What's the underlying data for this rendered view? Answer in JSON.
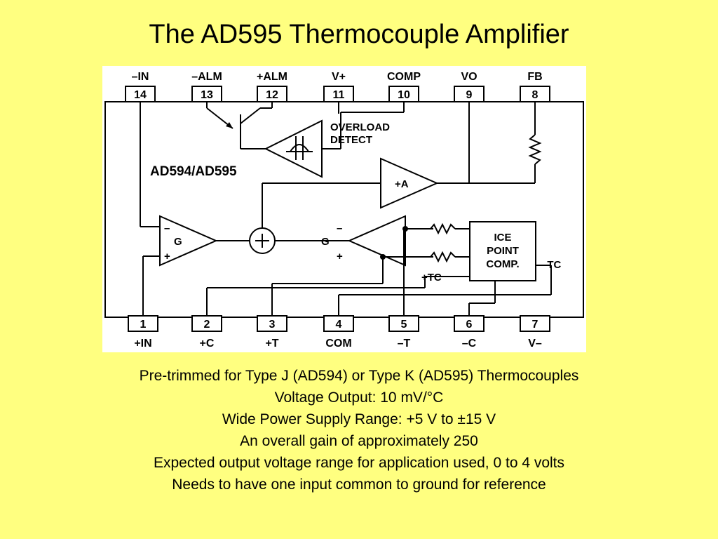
{
  "slide": {
    "title": "The AD595 Thermocouple Amplifier"
  },
  "diagram": {
    "chip_name": "AD594/AD595",
    "top_pins": [
      {
        "label": "–IN",
        "number": "14"
      },
      {
        "label": "–ALM",
        "number": "13"
      },
      {
        "label": "+ALM",
        "number": "12"
      },
      {
        "label": "V+",
        "number": "11"
      },
      {
        "label": "COMP",
        "number": "10"
      },
      {
        "label": "VO",
        "number": "9"
      },
      {
        "label": "FB",
        "number": "8"
      }
    ],
    "bottom_pins": [
      {
        "label": "+IN",
        "number": "1"
      },
      {
        "label": "+C",
        "number": "2"
      },
      {
        "label": "+T",
        "number": "3"
      },
      {
        "label": "COM",
        "number": "4"
      },
      {
        "label": "–T",
        "number": "5"
      },
      {
        "label": "–C",
        "number": "6"
      },
      {
        "label": "V–",
        "number": "7"
      }
    ],
    "overload_detect": [
      "OVERLOAD",
      "DETECT"
    ],
    "output_amp": "+A",
    "gain_amp_label": "G",
    "minus_sign": "–",
    "plus_sign": "+",
    "ice_point": [
      "ICE",
      "POINT",
      "COMP."
    ],
    "plus_tc": "+TC",
    "minus_tc": "–TC"
  },
  "bullets": [
    "Pre-trimmed for Type J (AD594) or Type K (AD595) Thermocouples",
    "Voltage Output: 10 mV/°C",
    "Wide Power Supply Range: +5 V to ±15 V",
    "An overall gain of approximately 250",
    "Expected output voltage range for application used, 0 to 4 volts",
    "Needs to have one input common to ground for reference"
  ]
}
